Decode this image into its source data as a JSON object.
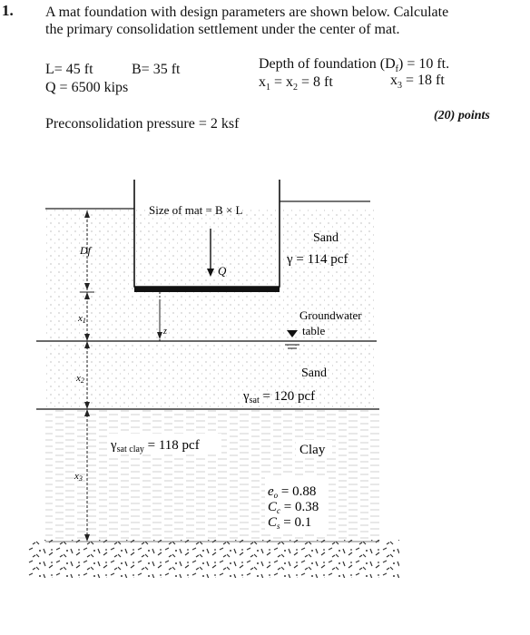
{
  "question": {
    "number": "1.",
    "text_line1": "A mat foundation with design parameters are shown below. Calculate",
    "text_line2": "the primary consolidation settlement under the center of mat."
  },
  "params": {
    "L": "L= 45 ft",
    "B": "B= 35 ft",
    "Q": "Q = 6500 kips",
    "depth": "Depth of foundation (D",
    "depth_sub": "f",
    "depth_val": ") = 10 ft.",
    "x1x2": "x",
    "x1x2_rest": " = x",
    "x1x2_val": " = 8 ft",
    "x3": "x",
    "x3_val": " = 18 ft",
    "precon": "Preconsolidation pressure = 2 ksf",
    "points": "(20) points"
  },
  "diagram": {
    "mat_label": "Size of mat = B × L",
    "q_label": "Q",
    "df_label": "Df",
    "x1_label": "x",
    "x2_label": "x",
    "x3_label": "x",
    "z_label": "z",
    "sand_top_label": "Sand",
    "gamma_top": "γ = 114 pcf",
    "gw_label_1": "Groundwater",
    "gw_label_2": "table",
    "sand_mid_label": "Sand",
    "gamma_sat": "γ",
    "gamma_sat_sub": "sat",
    "gamma_sat_val": " = 120 pcf",
    "gamma_clay": "γ",
    "gamma_clay_sub": "sat clay",
    "gamma_clay_val": " = 118 pcf",
    "clay_label": "Clay",
    "e0": "e",
    "e0_sub": "o",
    "e0_val": " = 0.88",
    "cc": "C",
    "cc_sub": "c",
    "cc_val": " = 0.38",
    "cs": "C",
    "cs_sub": "s",
    "cs_val": " = 0.1"
  }
}
